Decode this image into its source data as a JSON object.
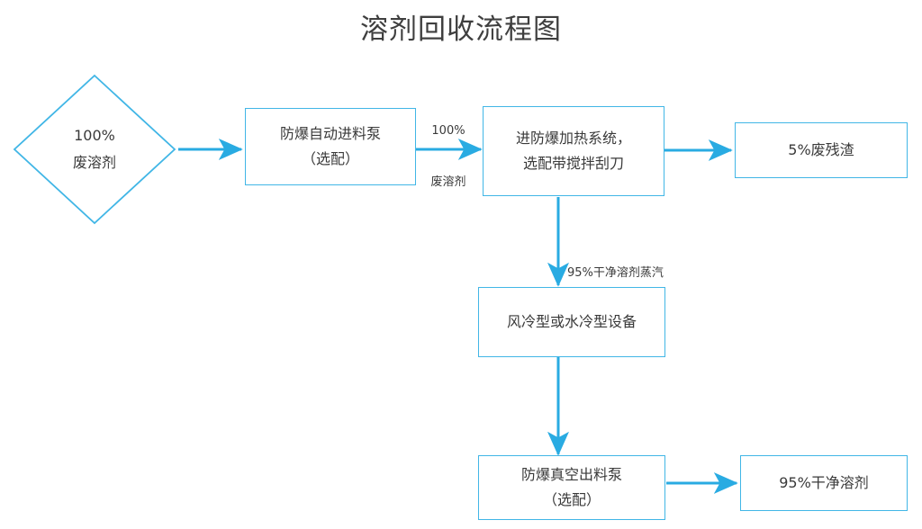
{
  "diagram": {
    "title": "溶剂回收流程图",
    "accent_color": "#29abe2",
    "node_border_color": "#41b6e6",
    "text_color": "#3a3a3a",
    "background_color": "#ffffff",
    "type": "flowchart",
    "nodes": [
      {
        "id": "waste-solvent-input",
        "shape": "diamond",
        "lines": [
          "100%",
          "废溶剂"
        ]
      },
      {
        "id": "feed-pump",
        "shape": "rectangle",
        "lines": [
          "防爆自动进料泵",
          "（选配）"
        ]
      },
      {
        "id": "heating-system",
        "shape": "rectangle",
        "lines": [
          "进防爆加热系统，",
          "选配带搅拌刮刀"
        ]
      },
      {
        "id": "waste-residue",
        "shape": "rectangle",
        "lines": [
          "5%废残渣"
        ]
      },
      {
        "id": "cooling-equipment",
        "shape": "rectangle",
        "lines": [
          "风冷型或水冷型设备"
        ]
      },
      {
        "id": "vacuum-discharge-pump",
        "shape": "rectangle",
        "lines": [
          "防爆真空出料泵",
          "（选配）"
        ]
      },
      {
        "id": "clean-solvent-output",
        "shape": "rectangle",
        "lines": [
          "95%干净溶剂"
        ]
      }
    ],
    "edges": [
      {
        "id": "edge-input-to-pump",
        "from": "waste-solvent-input",
        "to": "feed-pump",
        "label": []
      },
      {
        "id": "edge-pump-to-heater",
        "from": "feed-pump",
        "to": "heating-system",
        "label": [
          "100%",
          "废溶剂"
        ]
      },
      {
        "id": "edge-heater-to-residue",
        "from": "heating-system",
        "to": "waste-residue",
        "label": []
      },
      {
        "id": "edge-heater-to-cooler",
        "from": "heating-system",
        "to": "cooling-equipment",
        "label": [
          "95%干净溶剂蒸汽"
        ]
      },
      {
        "id": "edge-cooler-to-discharge",
        "from": "cooling-equipment",
        "to": "vacuum-discharge-pump",
        "label": []
      },
      {
        "id": "edge-discharge-to-output",
        "from": "vacuum-discharge-pump",
        "to": "clean-solvent-output",
        "label": []
      }
    ]
  }
}
